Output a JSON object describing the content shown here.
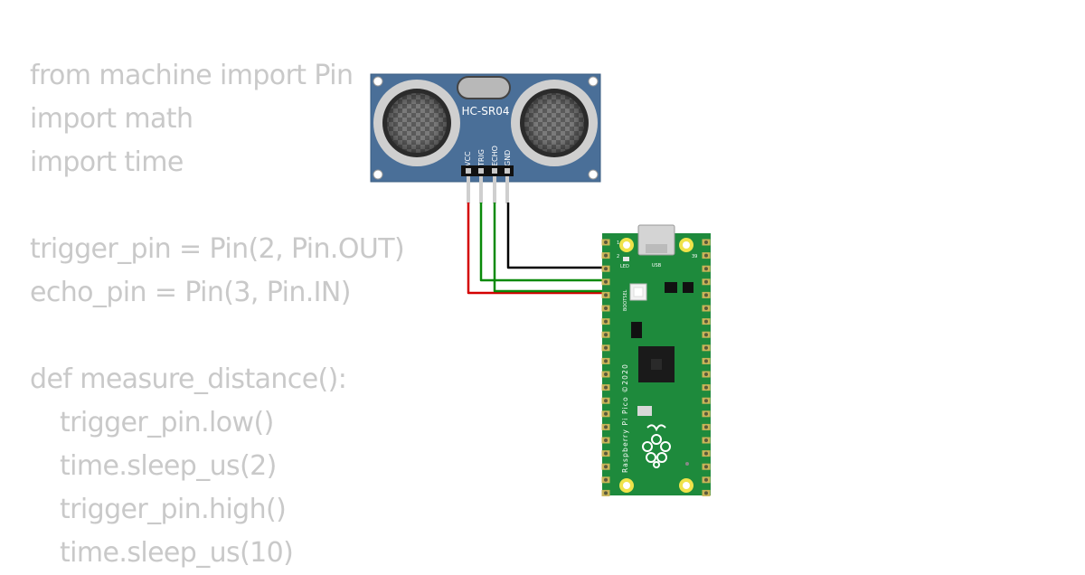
{
  "code": {
    "lines": [
      "from machine import Pin",
      "import math",
      "import time",
      "",
      "trigger_pin = Pin(2, Pin.OUT)",
      "echo_pin = Pin(3, Pin.IN)",
      "",
      "def measure_distance():",
      "trigger_pin.low()",
      "time.sleep_us(2)",
      "trigger_pin.high()",
      "time.sleep_us(10)"
    ]
  },
  "sensor": {
    "label": "HC-SR04",
    "pins": [
      "VCC",
      "TRIG",
      "ECHO",
      "GND"
    ],
    "color": "#4a6f98"
  },
  "pico": {
    "silkscreen": "Raspberry Pi Pico ©2020",
    "usb_label": "USB",
    "led_label": "LED",
    "bootsel_label": "BOOTSEL",
    "pin1": "1",
    "pin2": "2",
    "pin39": "39",
    "color": "#1e8a3c"
  },
  "wires": {
    "vcc_color": "#d40000",
    "signal_color": "#0a8a0a",
    "gnd_color": "#000000"
  }
}
